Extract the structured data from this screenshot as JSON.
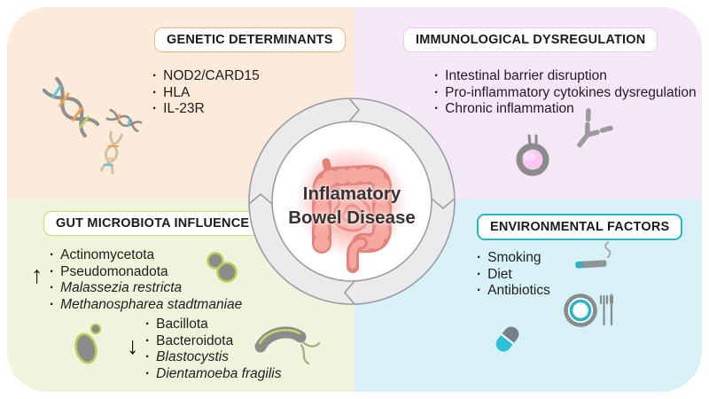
{
  "bullet": "·",
  "center": {
    "line1": "Inflamatory",
    "line2": "Bowel Disease"
  },
  "quadrants": {
    "genetic": {
      "title": "GENETIC DETERMINANTS",
      "items": [
        "NOD2/CARD15",
        "HLA",
        "IL-23R"
      ]
    },
    "immunological": {
      "title": "IMMUNOLOGICAL DYSREGULATION",
      "items": [
        "Intestinal barrier disruption",
        "Pro-inflammatory cytokines dysregulation",
        "Chronic inflammation"
      ]
    },
    "microbiota": {
      "title": "GUT MICROBIOTA INFLUENCE",
      "up_arrow": "↑",
      "down_arrow": "↓",
      "increased": [
        "Actinomycetota",
        "Pseudomonadota",
        "Malassezia restricta",
        "Methanospharea stadtmaniae"
      ],
      "decreased": [
        "Bacillota",
        "Bacteroidota",
        "Blastocystis",
        "Dientamoeba fragilis"
      ]
    },
    "environmental": {
      "title": "ENVIRONMENTAL FACTORS",
      "items": [
        "Smoking",
        "Diet",
        "Antibiotics"
      ]
    }
  },
  "colors": {
    "genetic_bg": "#fceadb",
    "genetic_border": "#f2b27f",
    "immunological_bg": "#f5e7f7",
    "immunological_border": "#ecc9ea",
    "microbiota_bg": "#eef5dc",
    "microbiota_border": "#c6d96a",
    "environmental_bg": "#d7f1f7",
    "environmental_border": "#2cb3c7",
    "accent_teal": "#2cb3c7",
    "microbe_grey": "#8b8b8b",
    "microbe_outline_green": "#b9cf55",
    "intestine_pink": "#ee938b",
    "glow_red": "#f6625e",
    "ring_grey": "#ebebee"
  }
}
